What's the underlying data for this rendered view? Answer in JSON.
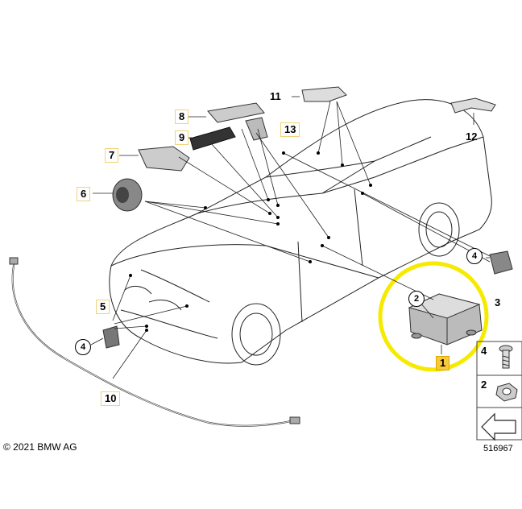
{
  "callouts": {
    "c1": "1",
    "c2": "2",
    "c3": "3",
    "c4a": "4",
    "c4b": "4",
    "c5": "5",
    "c6": "6",
    "c7": "7",
    "c8": "8",
    "c9": "9",
    "c10": "10",
    "c11": "11",
    "c12": "12",
    "c13": "13"
  },
  "legend": {
    "item4": "4",
    "item2": "2"
  },
  "footer": {
    "copyright": "© 2021 BMW AG",
    "doc_number": "516967"
  },
  "colors": {
    "highlight_ring": "#f5ea00",
    "label_fill": "#f7c93d",
    "line": "#222222",
    "part_gray": "#bbbbbb"
  }
}
